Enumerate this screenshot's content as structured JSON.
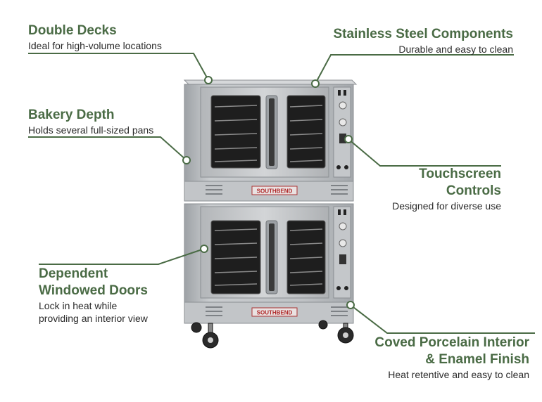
{
  "callouts": [
    {
      "title": "Double Decks",
      "desc": "Ideal for high-volume locations"
    },
    {
      "title": "Stainless Steel Components",
      "desc": "Durable and easy to clean"
    },
    {
      "title": "Bakery Depth",
      "desc": "Holds several full-sized pans"
    },
    {
      "title_line1": "Touchscreen",
      "title_line2": "Controls",
      "desc": "Designed for diverse use"
    },
    {
      "title_line1": "Dependent",
      "title_line2": "Windowed Doors",
      "desc_line1": "Lock in heat while",
      "desc_line2": "providing an interior view"
    },
    {
      "title_line1": "Coved Porcelain Interior",
      "title_line2": "& Enamel Finish",
      "desc": "Heat retentive and easy to clean"
    }
  ],
  "brand_text": "SOUTHBEND",
  "colors": {
    "accent": "#4a6b45",
    "text": "#2b2b2b",
    "steel": "#b9bcbf",
    "glass": "#1c1c1c"
  }
}
